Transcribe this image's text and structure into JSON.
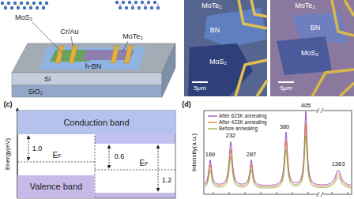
{
  "diagram": {
    "nodes": [
      {
        "text": [
          "Conduction band"
        ]
      },
      {
        "text": [
          "Valence band"
        ]
      }
    ],
    "edges": [],
    "labels": [
      "MoS₂",
      "Cr/Au",
      "MoTe₂",
      "h-BN",
      "Si",
      "SiO₂",
      "MoTe₂",
      "BN",
      "MoS₂",
      "5μm",
      "MoTe₂",
      "BN",
      "MoS₂",
      "5μm",
      "(c)",
      "Energy(eV)",
      "1.0",
      "EF",
      "0.6",
      "EF",
      "1.2",
      "(d)",
      "Intensity(a.u.)",
      "405",
      "380",
      "232",
      "169",
      "287",
      "1363"
    ],
    "legend": [
      {
        "text": "After 623K annealing"
      },
      {
        "text": "After 423K annealing"
      },
      {
        "text": "Before annealing"
      }
    ]
  }
}
